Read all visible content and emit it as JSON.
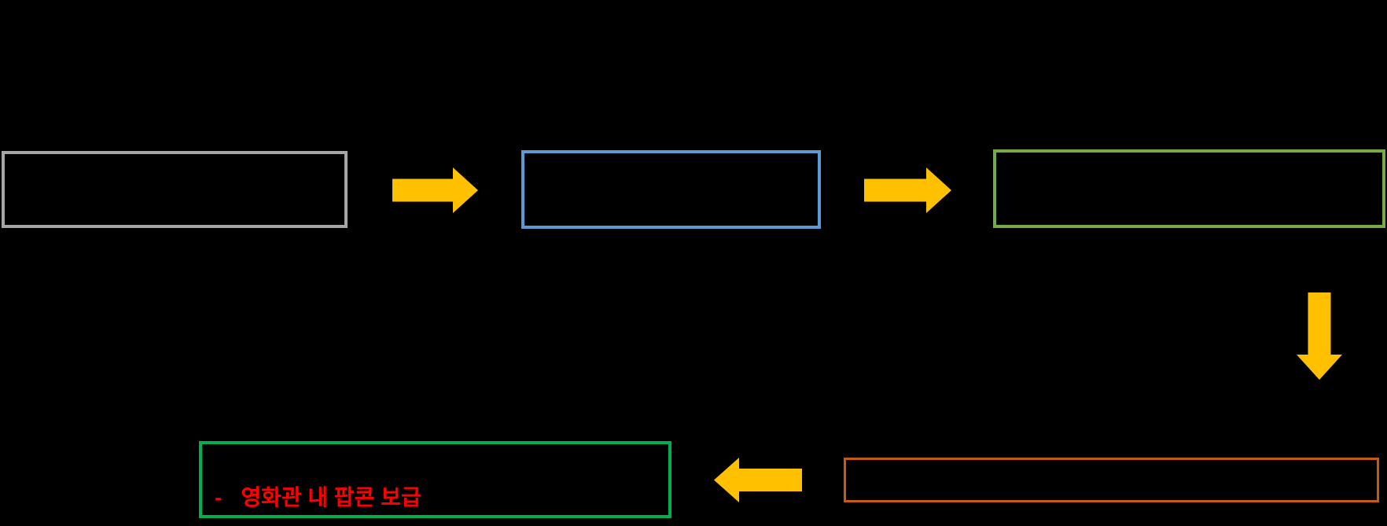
{
  "canvas": {
    "background_color": "#000000"
  },
  "flow": {
    "arrow_color": "#FFC000",
    "boxes": [
      {
        "id": "step-1",
        "border_color": "#A6A6A6",
        "label": ""
      },
      {
        "id": "step-2",
        "border_color": "#5B9BD5",
        "label": ""
      },
      {
        "id": "step-3",
        "border_color": "#70AD47",
        "label": ""
      },
      {
        "id": "step-4",
        "border_color": "#C55A11",
        "label": ""
      },
      {
        "id": "step-5",
        "border_color": "#00B050",
        "label": ""
      }
    ],
    "arrows": [
      {
        "id": "arrow-1",
        "direction": "right"
      },
      {
        "id": "arrow-2",
        "direction": "right"
      },
      {
        "id": "arrow-3",
        "direction": "down"
      },
      {
        "id": "arrow-4",
        "direction": "left"
      }
    ],
    "annotation": {
      "bullet": "-",
      "text": "영화관 내 팝콘 보급",
      "color": "#FF0000"
    }
  }
}
